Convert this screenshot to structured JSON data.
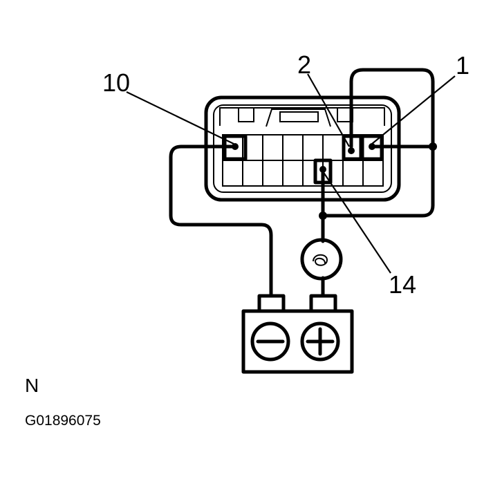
{
  "labels": {
    "pin_10": "10",
    "pin_2": "2",
    "pin_1": "1",
    "pin_14": "14"
  },
  "caption": {
    "letter": "N",
    "code": "G01896075"
  }
}
